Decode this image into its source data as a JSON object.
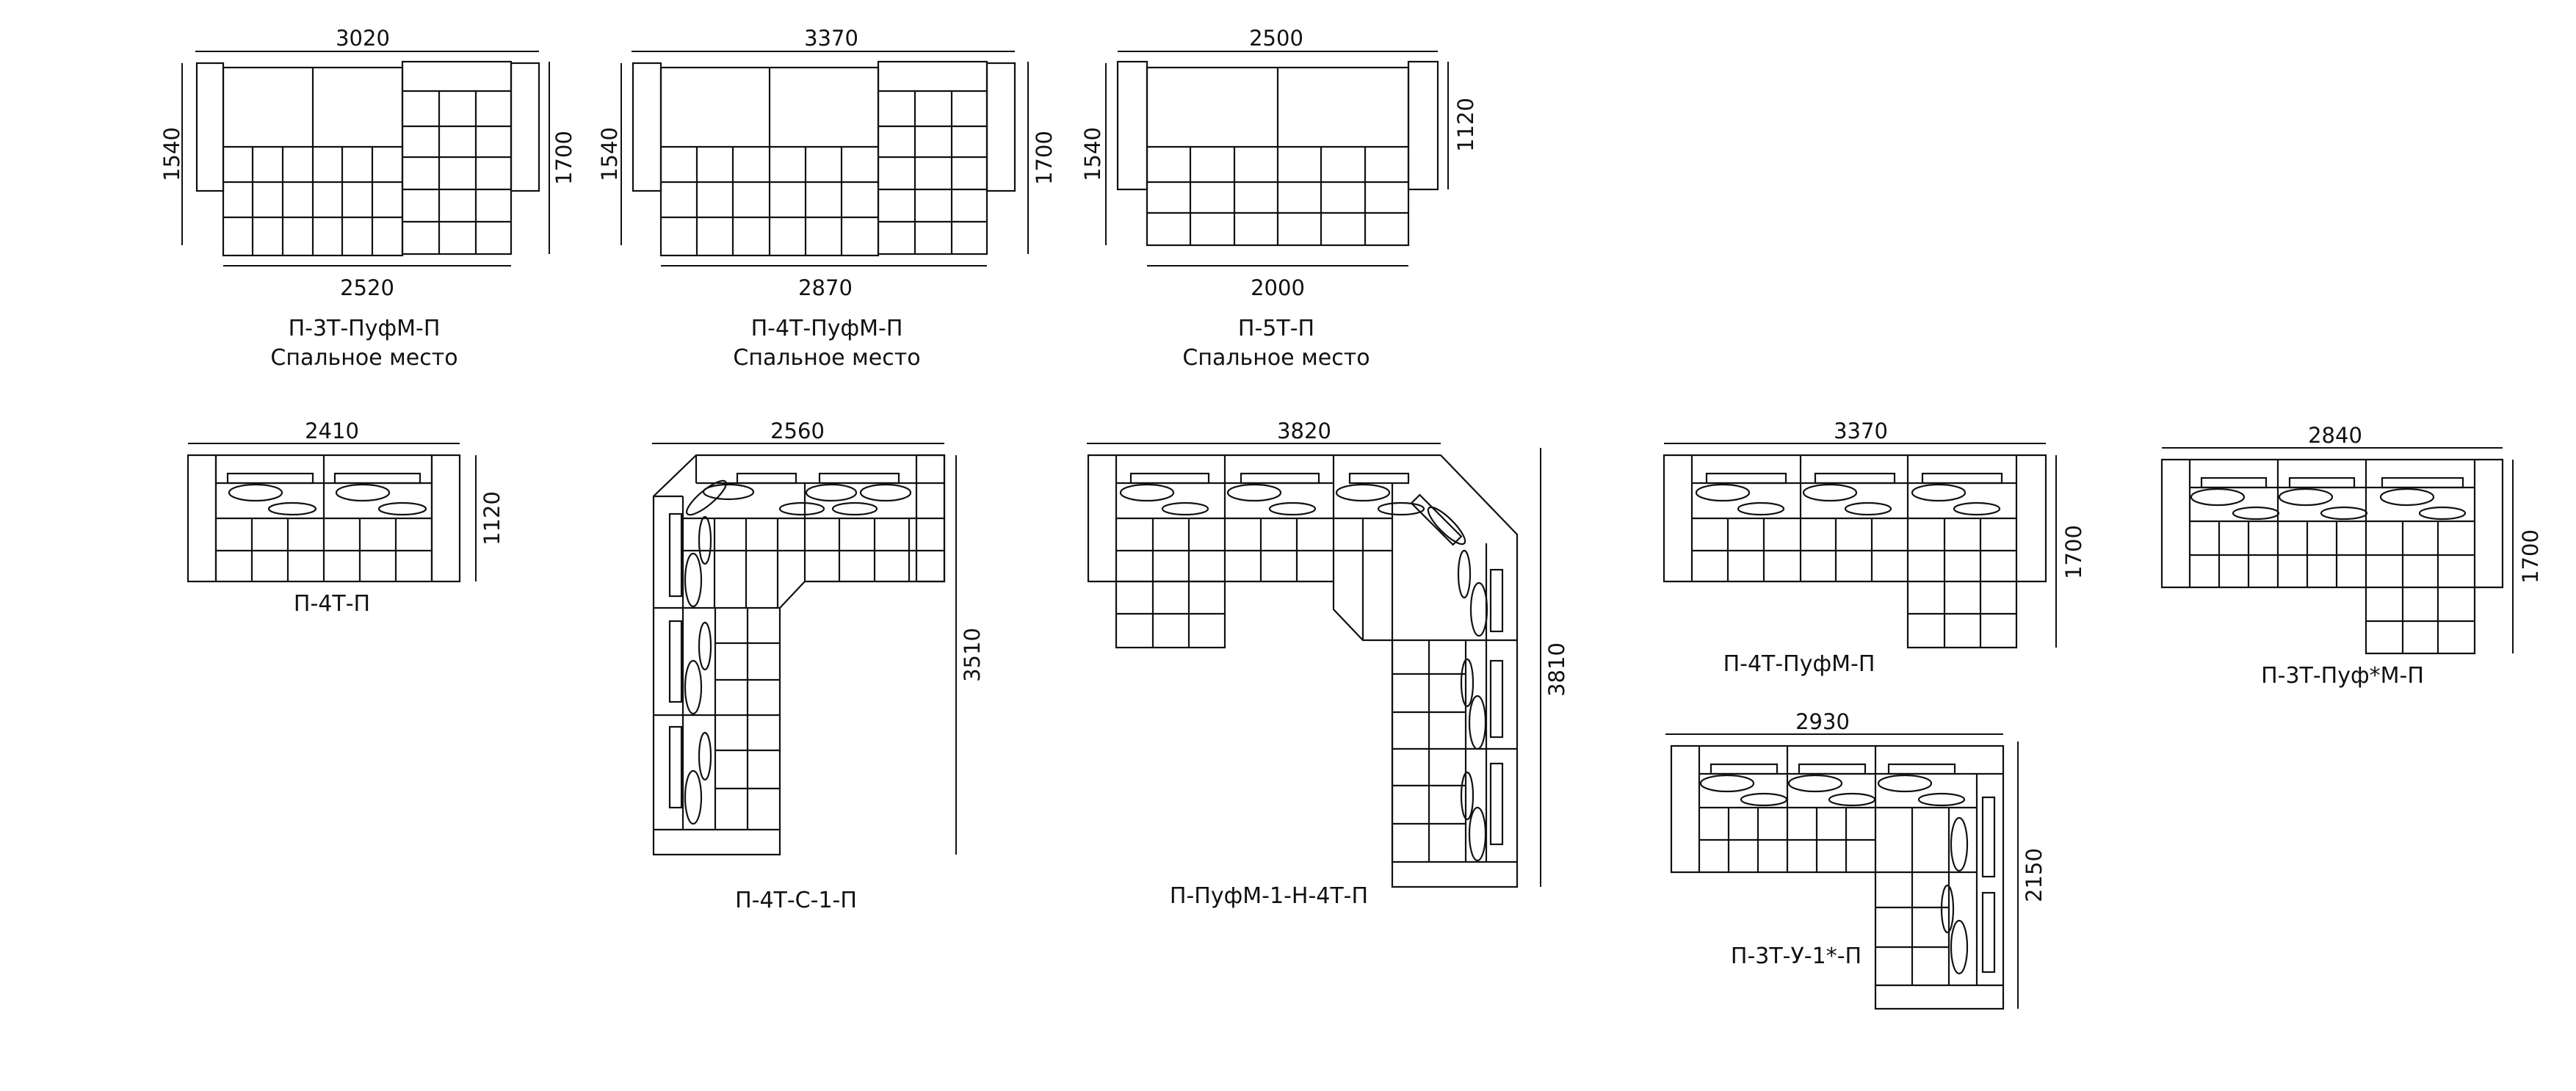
{
  "colors": {
    "line": "#111111",
    "background": "#ffffff"
  },
  "models": [
    {
      "name": "П-3Т-ПуфМ-П",
      "note": "Спальное место",
      "width_top": "3020",
      "width_bottom": "2520",
      "depth_left": "1540",
      "depth_right": "1700"
    },
    {
      "name": "П-4Т-ПуфМ-П",
      "note": "Спальное место",
      "width_top": "3370",
      "width_bottom": "2870",
      "depth_left": "1540",
      "depth_right": "1700"
    },
    {
      "name": "П-5Т-П",
      "note": "Спальное место",
      "width_top": "2500",
      "width_bottom": "2000",
      "depth_left": "1540",
      "depth_right": "1120"
    },
    {
      "name": "П-4Т-П",
      "width_top": "2410",
      "depth_right": "1120"
    },
    {
      "name": "П-4Т-С-1-П",
      "width_top": "2560",
      "depth_right": "3510"
    },
    {
      "name": "П-ПуфМ-1-Н-4Т-П",
      "width_top": "3820",
      "depth_right": "3810"
    },
    {
      "name": "П-4Т-ПуфМ-П",
      "width_top": "3370",
      "depth_right": "1700"
    },
    {
      "name": "П-3Т-Пуф*М-П",
      "width_top": "2840",
      "depth_right": "1700"
    },
    {
      "name": "П-3Т-У-1*-П",
      "width_top": "2930",
      "depth_right": "2150"
    }
  ]
}
